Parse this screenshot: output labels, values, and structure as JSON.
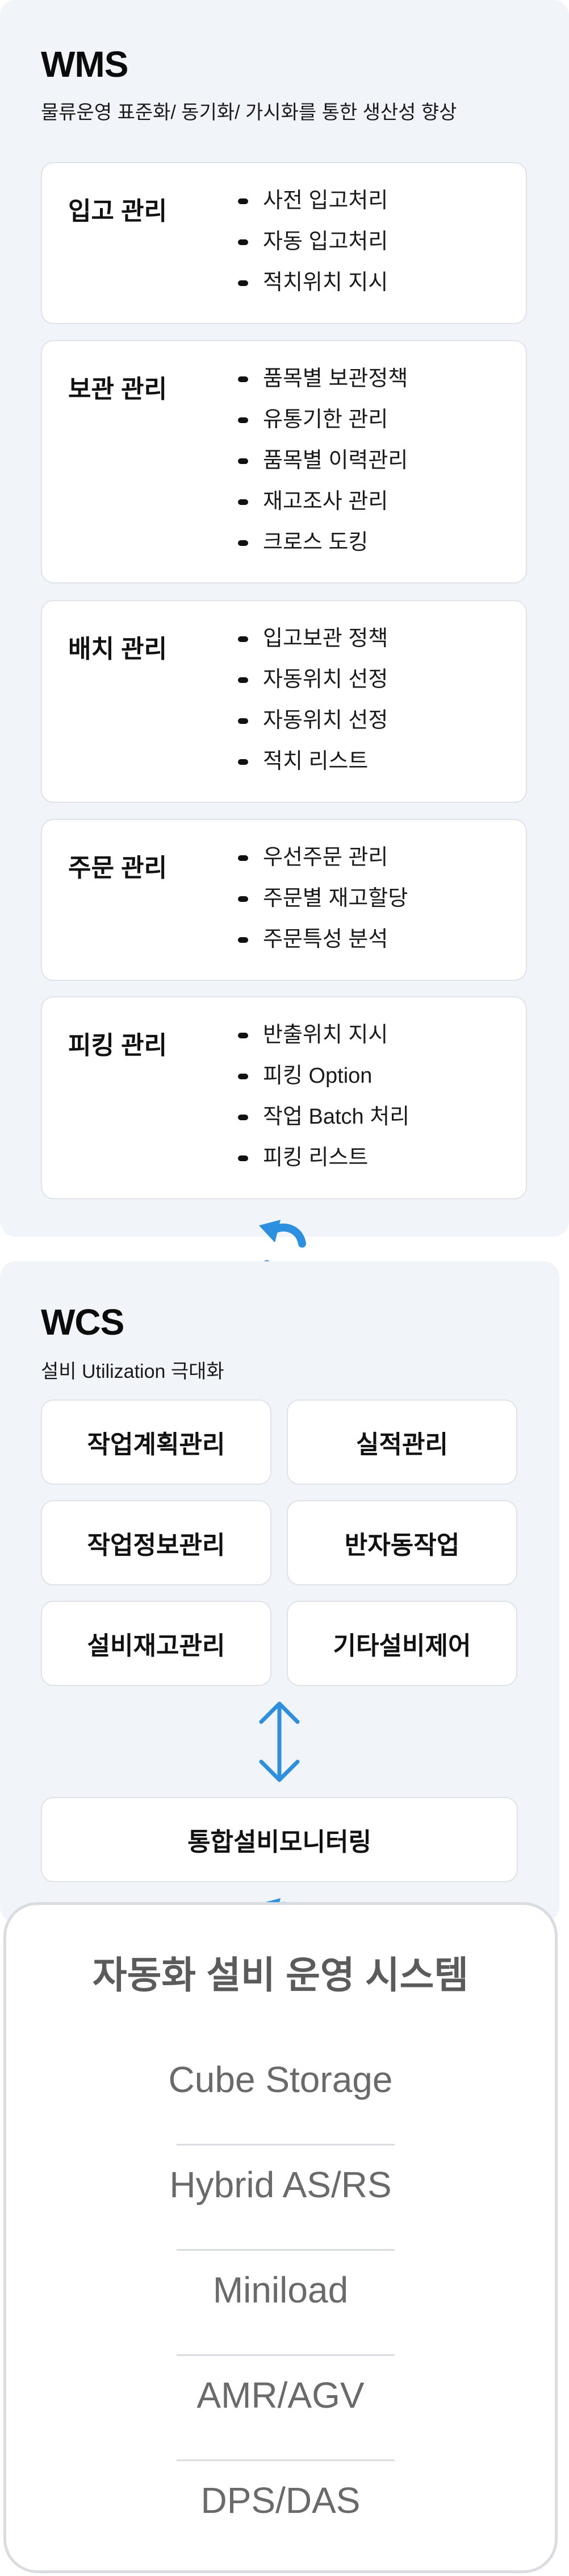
{
  "wms": {
    "title": "WMS",
    "subtitle": "물류운영 표준화/ 동기화/ 가시화를 통한 생산성 향상",
    "cards": [
      {
        "title": "입고 관리",
        "items": [
          "사전 입고처리",
          "자동 입고처리",
          "적치위치 지시"
        ]
      },
      {
        "title": "보관 관리",
        "items": [
          "품목별 보관정책",
          "유통기한 관리",
          "품목별 이력관리",
          "재고조사 관리",
          "크로스 도킹"
        ]
      },
      {
        "title": "배치 관리",
        "items": [
          "입고보관 정책",
          "자동위치 선정",
          "자동위치 선정",
          "적치 리스트"
        ]
      },
      {
        "title": "주문 관리",
        "items": [
          "우선주문 관리",
          "주문별 재고할당",
          "주문특성 분석"
        ]
      },
      {
        "title": "피킹 관리",
        "items": [
          "반출위치 지시",
          "피킹 Option",
          "작업 Batch 처리",
          "피킹 리스트"
        ]
      }
    ]
  },
  "wcs": {
    "title": "WCS",
    "subtitle": "설비 Utilization 극대화",
    "buttons": [
      "작업계획관리",
      "실적관리",
      "작업정보관리",
      "반자동작업",
      "설비재고관리",
      "기타설비제어"
    ],
    "monitoring": "통합설비모니터링"
  },
  "automation": {
    "title": "자동화 설비 운영 시스템",
    "items": [
      "Cube Storage",
      "Hybrid AS/RS",
      "Miniload",
      "AMR/AGV",
      "DPS/DAS"
    ]
  },
  "colors": {
    "accent": "#2d8fe0",
    "panel_bg": "#f1f4f8",
    "card_border": "#dfe3e8"
  }
}
